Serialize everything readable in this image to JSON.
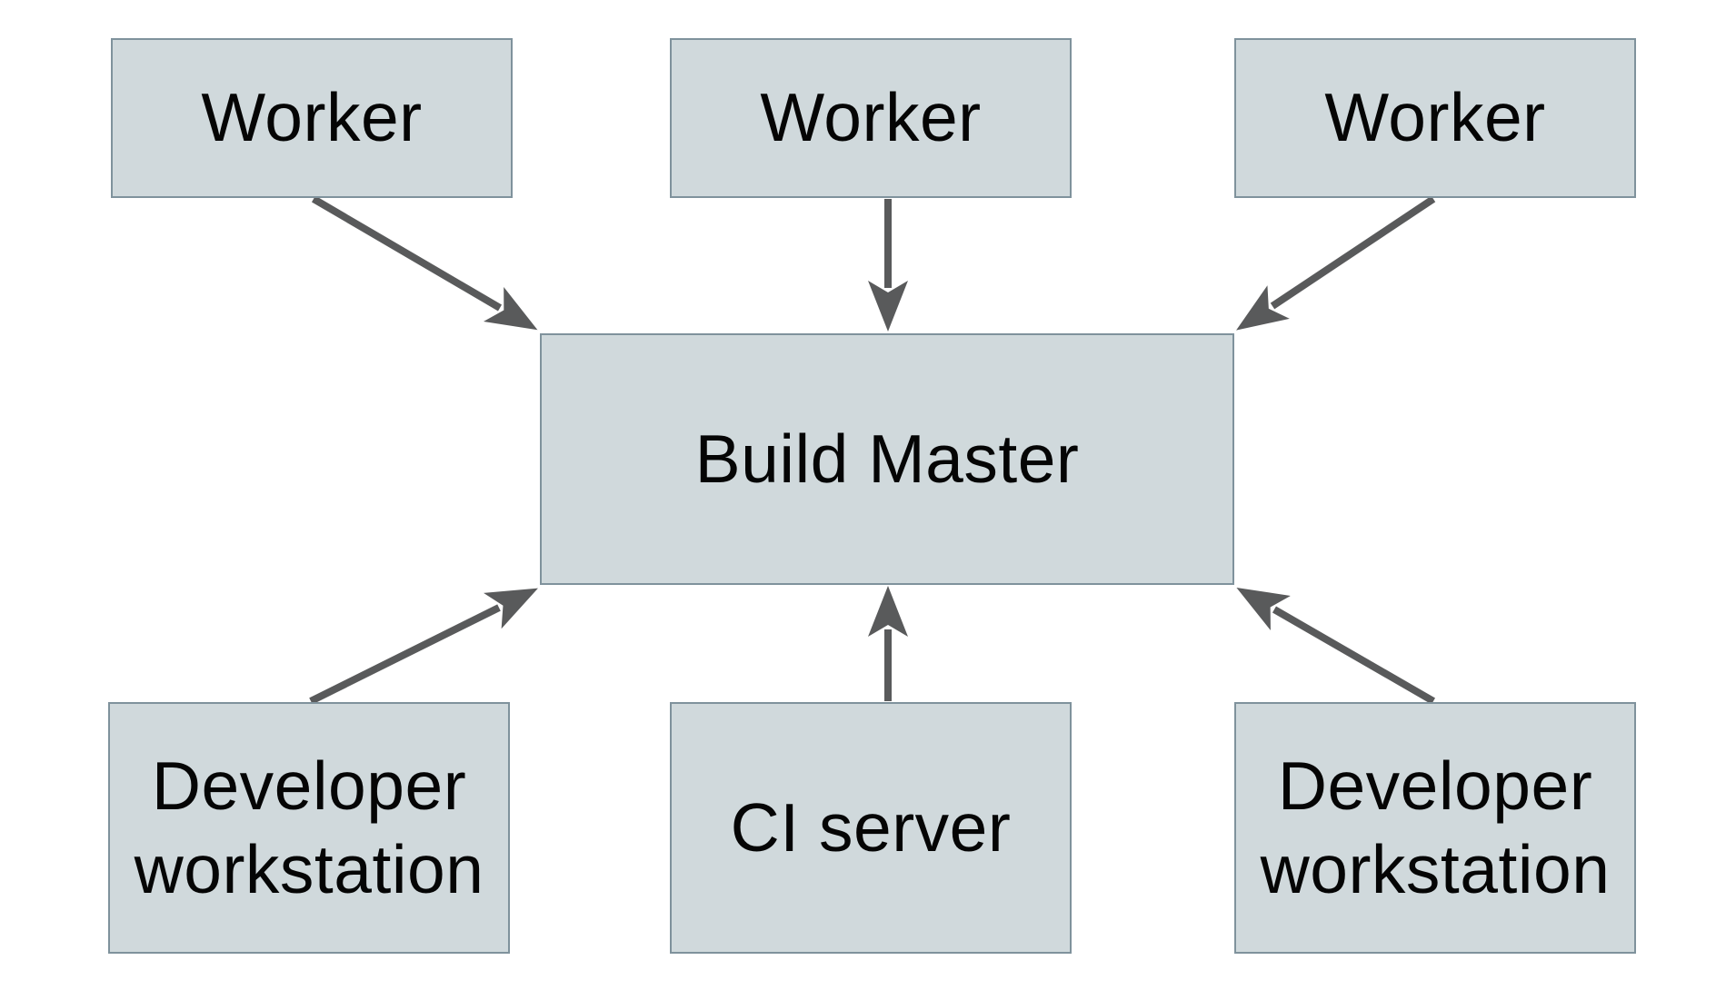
{
  "diagram": {
    "type": "architecture-diagram",
    "nodes": [
      {
        "id": "worker-1",
        "label": "Worker"
      },
      {
        "id": "worker-2",
        "label": "Worker"
      },
      {
        "id": "worker-3",
        "label": "Worker"
      },
      {
        "id": "build-master",
        "label": "Build Master"
      },
      {
        "id": "developer-workstation-left",
        "label": "Developer workstation"
      },
      {
        "id": "ci-server",
        "label": "CI server"
      },
      {
        "id": "developer-workstation-right",
        "label": "Developer workstation"
      }
    ],
    "edges": [
      {
        "from": "worker-1",
        "to": "build-master",
        "direction": "arrow-into-top-left"
      },
      {
        "from": "worker-2",
        "to": "build-master",
        "direction": "arrow-into-top-center"
      },
      {
        "from": "worker-3",
        "to": "build-master",
        "direction": "arrow-into-top-right"
      },
      {
        "from": "developer-workstation-left",
        "to": "build-master",
        "direction": "arrow-into-bottom-left"
      },
      {
        "from": "ci-server",
        "to": "build-master",
        "direction": "arrow-into-bottom-center"
      },
      {
        "from": "developer-workstation-right",
        "to": "build-master",
        "direction": "arrow-into-bottom-right"
      }
    ],
    "colors": {
      "node_fill": "#d0d9dc",
      "node_border": "#7f929c",
      "arrow": "#595a5b",
      "text": "#050505",
      "background": "#ffffff"
    }
  }
}
